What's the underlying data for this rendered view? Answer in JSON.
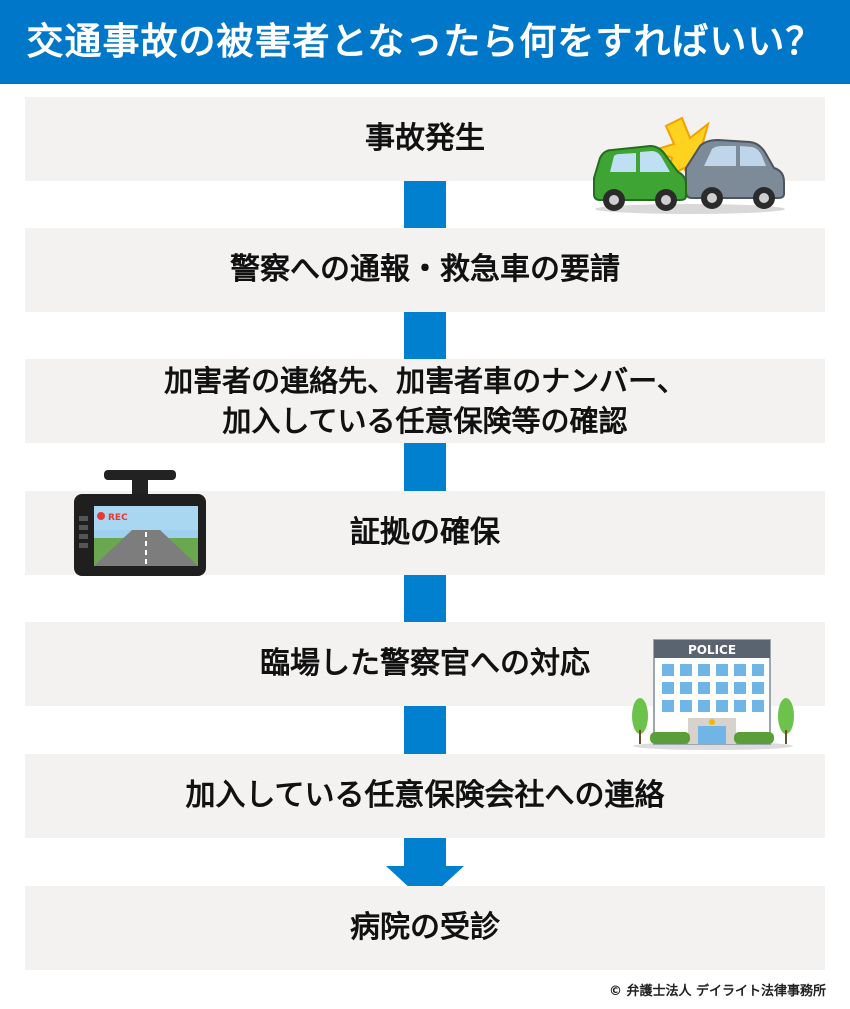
{
  "header": {
    "title": "交通事故の被害者となったら何をすればいい？"
  },
  "steps": [
    {
      "label": "事故発生"
    },
    {
      "label": "警察への通報・救急車の要請"
    },
    {
      "label": "加害者の連絡先、加害者車のナンバー、\n加入している任意保険等の確認"
    },
    {
      "label": "証拠の確保"
    },
    {
      "label": "臨場した警察官への対応"
    },
    {
      "label": "加入している任意保険会社への連絡"
    },
    {
      "label": "病院の受診"
    }
  ],
  "illustrations": {
    "dashcam_rec": "REC",
    "police_sign": "POLICE"
  },
  "colors": {
    "header_bg": "#0077c8",
    "connector": "#0080cf",
    "step_bg": "#f3f2f0"
  },
  "icons": [
    "car-crash-icon",
    "dashcam-icon",
    "police-station-icon",
    "down-arrow-icon"
  ],
  "footer": {
    "copyright": "© 弁護士法人 デイライト法律事務所"
  }
}
